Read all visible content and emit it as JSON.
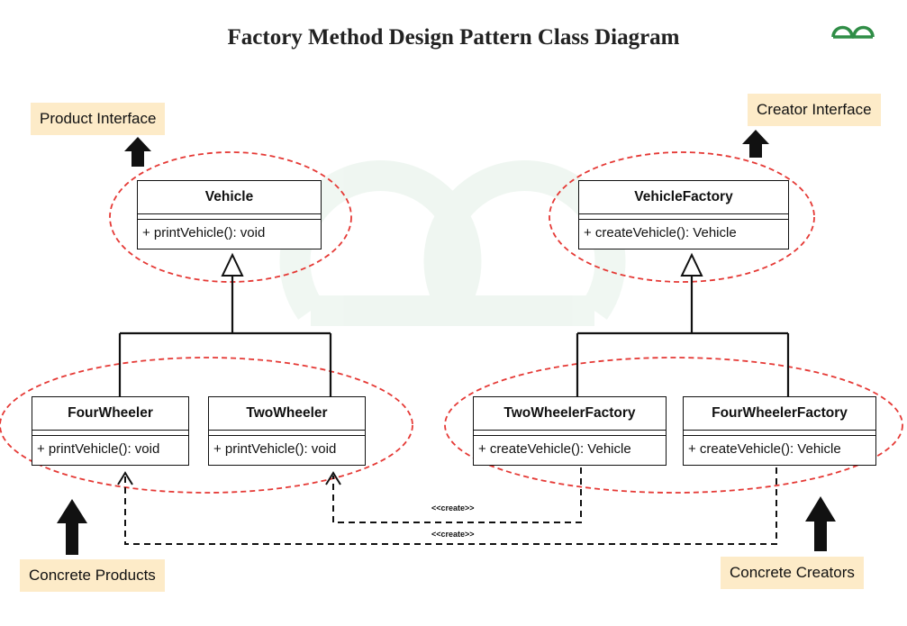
{
  "title": "Factory Method Design Pattern Class Diagram",
  "brand": {
    "logo_icon": "geeksforgeeks-logo-icon",
    "color": "#2f8d46"
  },
  "labels": {
    "product_interface": "Product Interface",
    "creator_interface": "Creator Interface",
    "concrete_products": "Concrete Products",
    "concrete_creators": "Concrete Creators"
  },
  "classes": {
    "vehicle": {
      "name": "Vehicle",
      "method": "+ printVehicle(): void"
    },
    "vehicle_factory": {
      "name": "VehicleFactory",
      "method": "+ createVehicle(): Vehicle"
    },
    "four_wheeler": {
      "name": "FourWheeler",
      "method": "+ printVehicle(): void"
    },
    "two_wheeler": {
      "name": "TwoWheeler",
      "method": "+ printVehicle(): void"
    },
    "two_wheeler_factory": {
      "name": "TwoWheelerFactory",
      "method": "+ createVehicle(): Vehicle"
    },
    "four_wheeler_factory": {
      "name": "FourWheelerFactory",
      "method": "+ createVehicle(): Vehicle"
    }
  },
  "relations": {
    "create_label_1": "<<create>>",
    "create_label_2": "<<create>>"
  },
  "colors": {
    "group_outline": "#e53935",
    "tag_background": "#fdebc8",
    "line": "#111111"
  }
}
